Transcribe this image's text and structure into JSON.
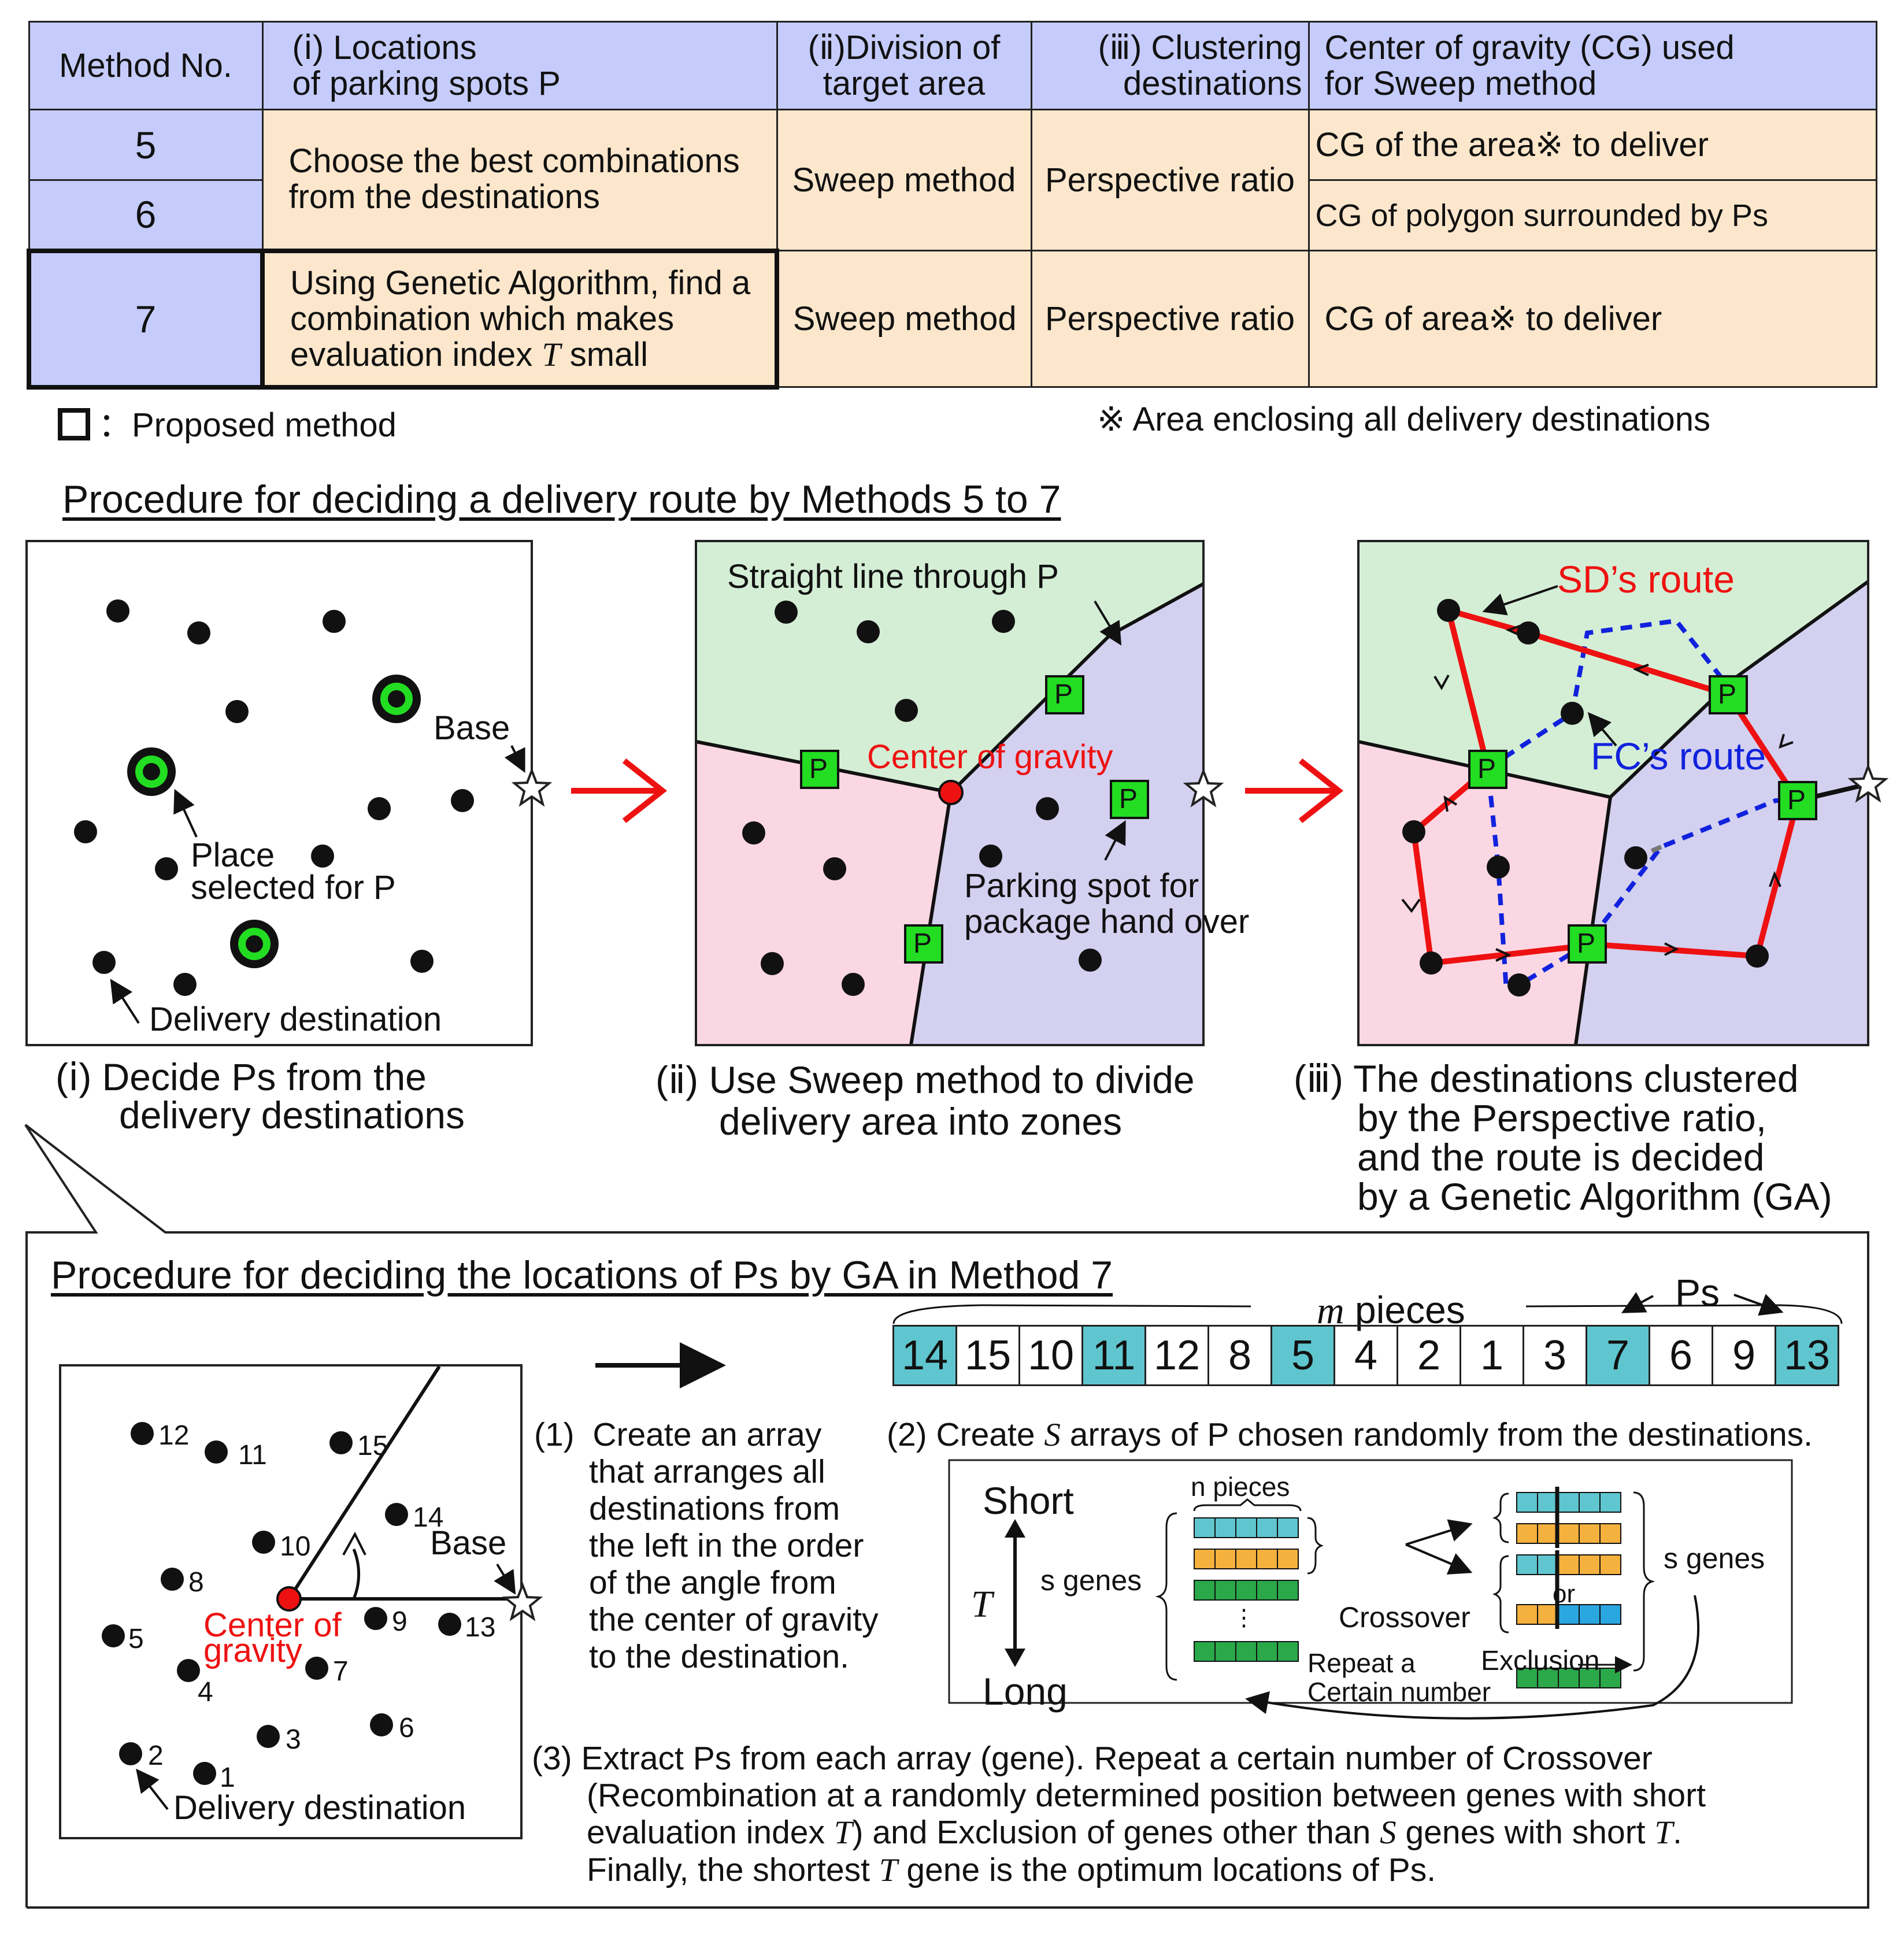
{
  "table": {
    "headers": [
      "Method No.",
      "(ⅰ) Locations\nof parking spots P",
      "(ⅱ)Division of\ntarget area",
      "(ⅲ) Clustering\ndestinations",
      "Center of gravity (CG) used\nfor Sweep method"
    ],
    "rows": [
      {
        "no": "5",
        "locations": "Choose the best combinations from the destinations",
        "division": "Sweep method",
        "clustering": "Perspective ratio",
        "cg": "CG of the area※ to deliver"
      },
      {
        "no": "6",
        "cg": "CG of polygon surrounded by Ps"
      },
      {
        "no": "7",
        "locations": "Using Genetic Algorithm, find a combination which makes evaluation index T small",
        "division": "Sweep method",
        "clustering": "Perspective ratio",
        "cg": "CG of area※ to deliver"
      }
    ],
    "legend_proposed": "：Proposed method",
    "note": "※  Area enclosing all delivery destinations"
  },
  "procedure1": {
    "title": "Procedure for deciding a delivery route by Methods 5 to 7",
    "panel1": {
      "base": "Base",
      "place": "Place\nselected for P",
      "dest": "Delivery destination",
      "caption": "(ⅰ) Decide Ps from the\n      delivery destinations"
    },
    "panel2": {
      "line": "Straight line through P",
      "cg": "Center of gravity",
      "parking": "Parking spot for\npackage hand over",
      "p": "P",
      "caption": "(ⅱ) Use Sweep method to divide\n      delivery area into zones"
    },
    "panel3": {
      "sd": "SD’s route",
      "fc": "FC’s route",
      "caption": "(ⅲ) The destinations clustered\n      by the Perspective ratio,\n      and the route is decided\n      by a Genetic Algorithm (GA)"
    }
  },
  "procedure2": {
    "title": "Procedure for deciding the locations of Ps by GA in Method 7",
    "base": "Base",
    "cg": "Center of\ngravity",
    "dest": "Delivery destination",
    "step1": "(1)  Create an array\n      that arranges all\n      destinations from\n      the left in the order\n      of the angle from\n      the center of gravity\n      to the destination.",
    "step2": "(2) Create S arrays of P chosen randomly from the destinations.",
    "m_pieces": "m pieces",
    "ps": "Ps",
    "array": [
      14,
      15,
      10,
      11,
      12,
      8,
      5,
      4,
      2,
      1,
      3,
      7,
      6,
      9,
      13
    ],
    "highlight": [
      14,
      11,
      5,
      7,
      13
    ],
    "ga": {
      "short": "Short",
      "long": "Long",
      "t": "T",
      "n_pieces": "n pieces",
      "s_genes_left": "s genes",
      "s_genes_right": "s genes",
      "crossover": "Crossover",
      "or": "or",
      "exclusion": "Exclusion",
      "repeat": "Repeat a\nCertain number"
    },
    "step3": "(3) Extract Ps from each array (gene). Repeat a certain number of Crossover\n      (Recombination at a randomly determined position between genes with short\n      evaluation index T) and Exclusion of genes other than S genes with short T.\n      Finally, the shortest T gene is the optimum locations of Ps."
  },
  "colors": {
    "header_blue": "#c5ccfb",
    "body_peach": "#fde7cc",
    "zone_green": "#d4eed5",
    "zone_pink": "#fbd7e3",
    "zone_purple": "#d3d0f0",
    "p_green": "#22dd22",
    "route_red": "#ee1111",
    "route_blue": "#1122dd",
    "gene_cyan": "#5fc6cf",
    "gene_orange": "#f5b13d",
    "gene_green": "#2aa84a",
    "gene_blue": "#2aa6e0"
  },
  "points_fig": [
    {
      "n": "12"
    },
    {
      "n": "11"
    },
    {
      "n": "15"
    },
    {
      "n": "14"
    },
    {
      "n": "10"
    },
    {
      "n": "8"
    },
    {
      "n": "9"
    },
    {
      "n": "13"
    },
    {
      "n": "5"
    },
    {
      "n": "4"
    },
    {
      "n": "7"
    },
    {
      "n": "3"
    },
    {
      "n": "6"
    },
    {
      "n": "2"
    },
    {
      "n": "1"
    }
  ]
}
